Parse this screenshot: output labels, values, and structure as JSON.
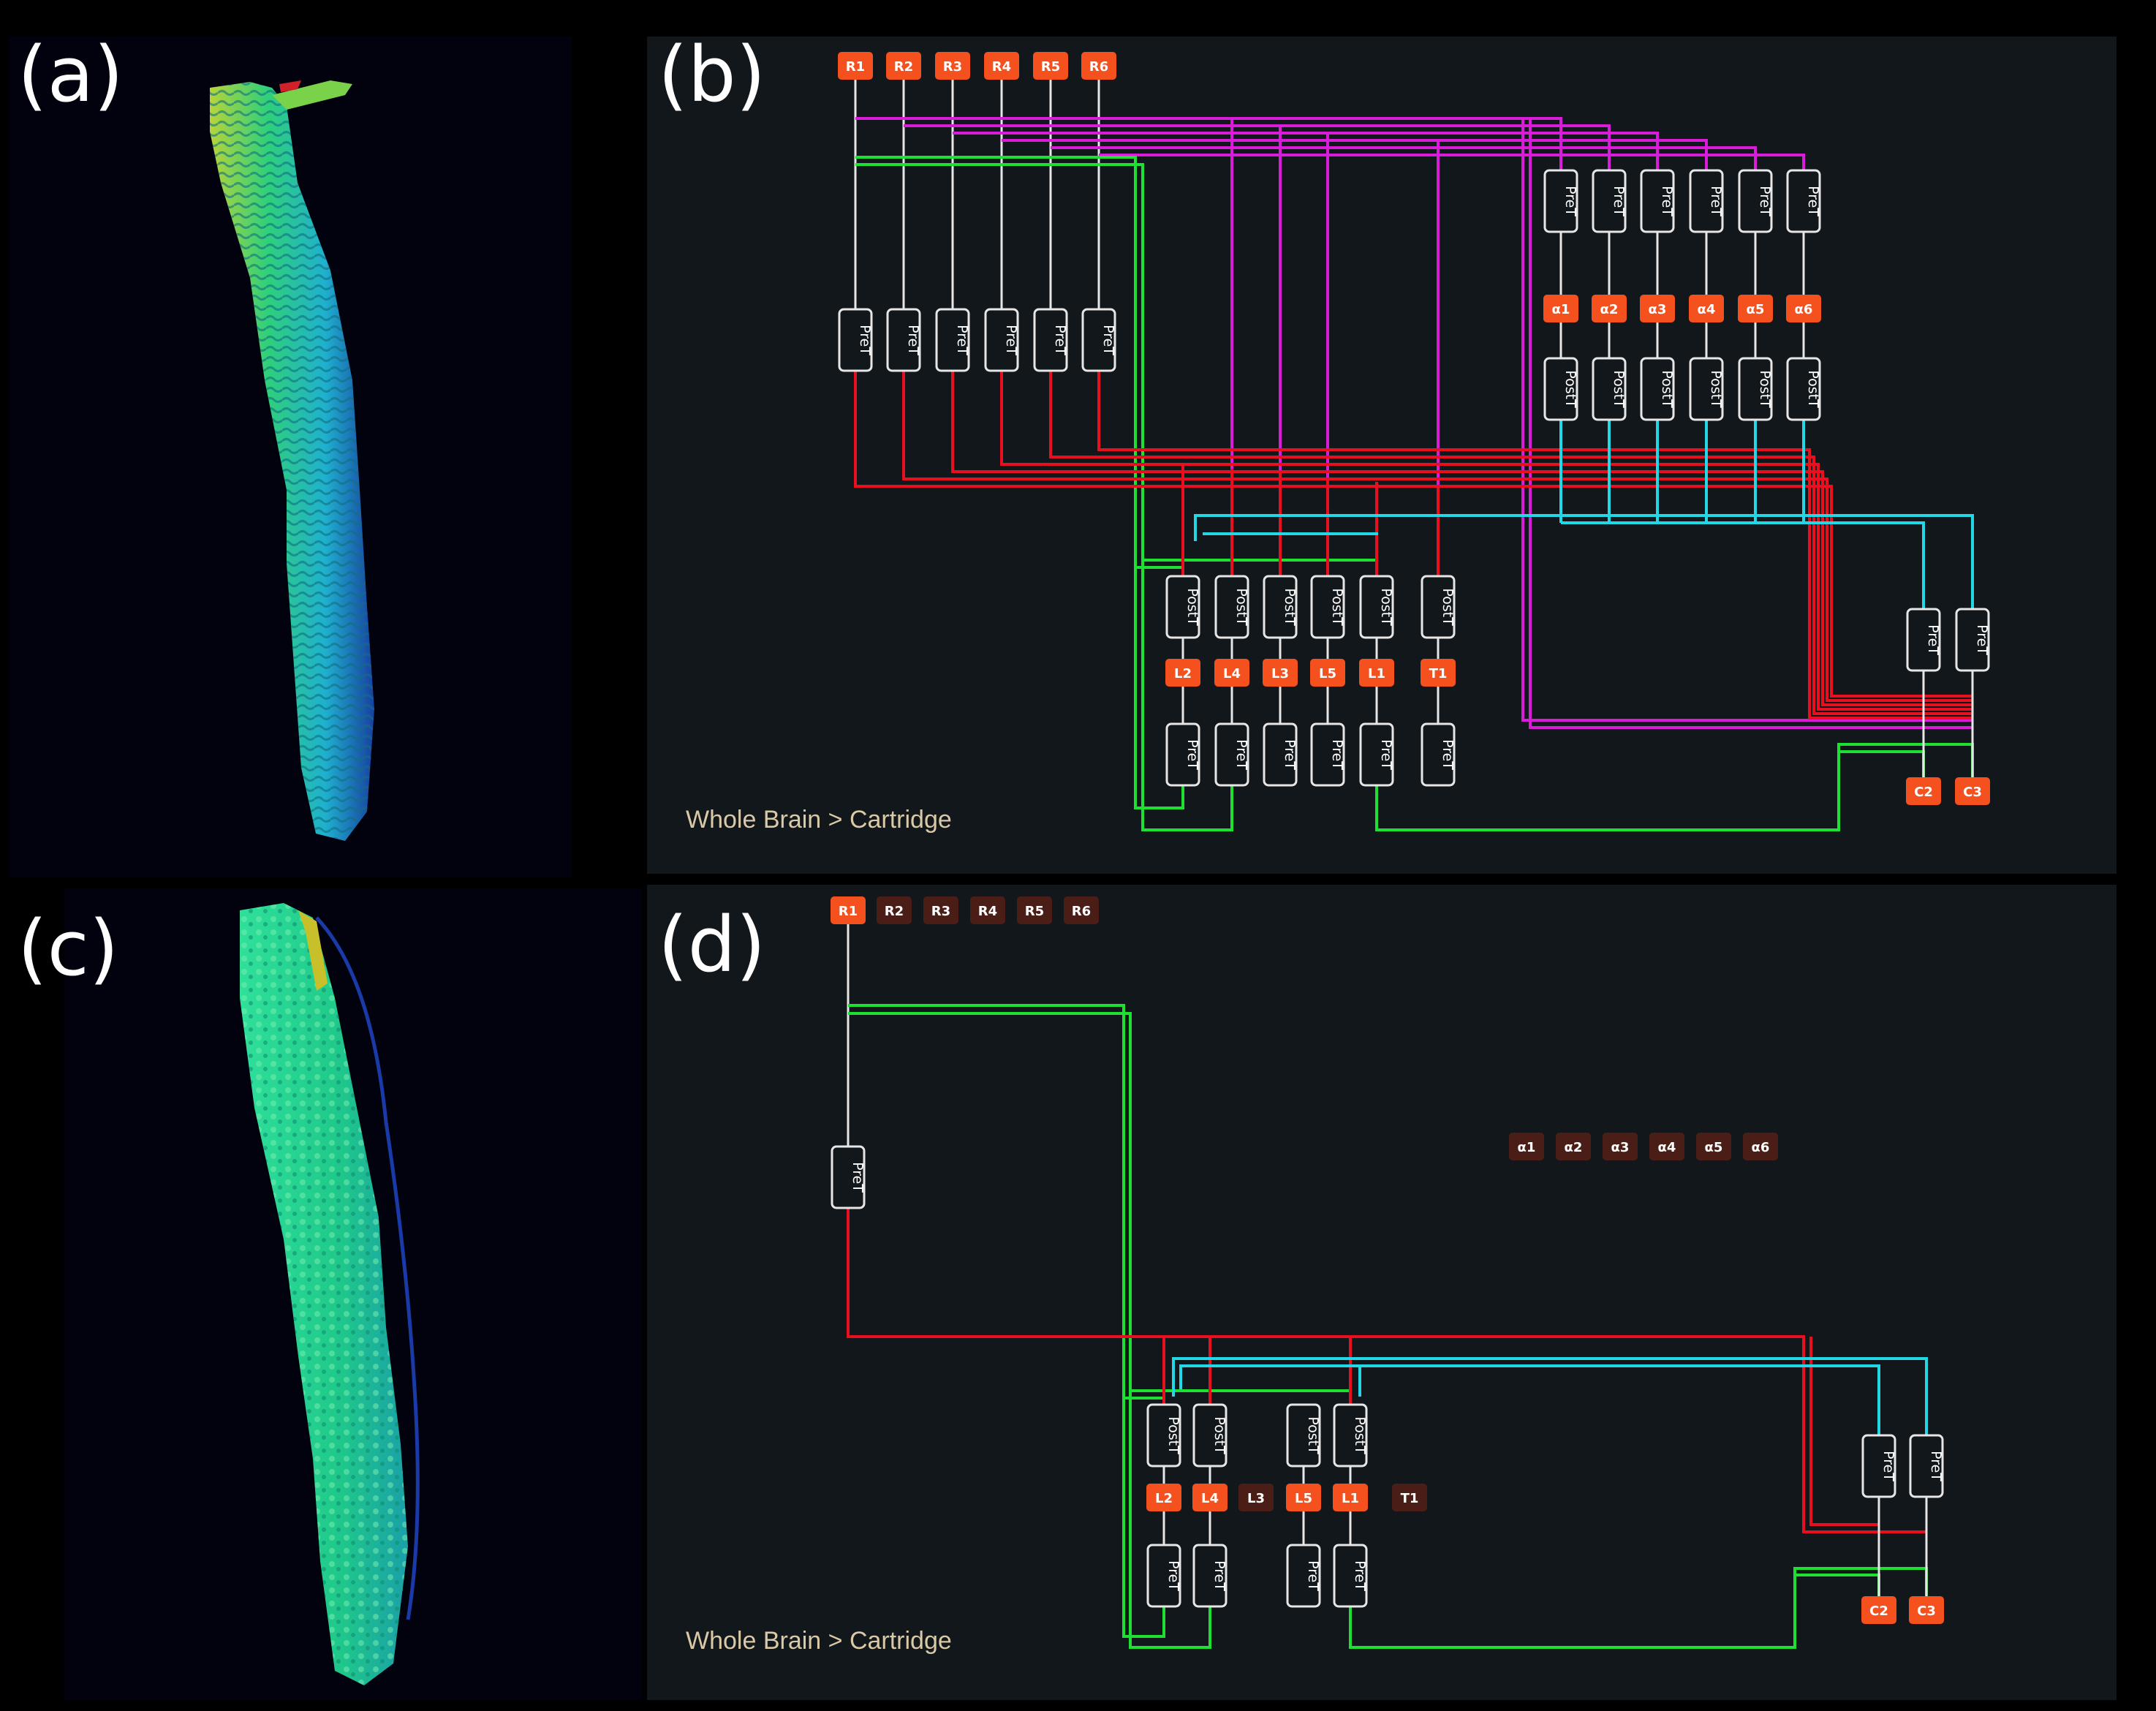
{
  "panels": {
    "a": {
      "label": "(a)"
    },
    "b": {
      "label": "(b)",
      "breadcrumb": "Whole Brain > Cartridge"
    },
    "c": {
      "label": "(c)"
    },
    "d": {
      "label": "(d)",
      "breadcrumb": "Whole Brain > Cartridge"
    }
  },
  "neurons": {
    "receptors": [
      "R1",
      "R2",
      "R3",
      "R4",
      "R5",
      "R6"
    ],
    "amacrines": [
      "α1",
      "α2",
      "α3",
      "α4",
      "α5",
      "α6"
    ],
    "lamina": [
      "L2",
      "L4",
      "L3",
      "L5",
      "L1",
      "T1"
    ],
    "outputs": [
      "C2",
      "C3"
    ],
    "pre_terminal": "PreT",
    "post_terminal": "PostT"
  },
  "panel_d_active": {
    "receptors": [
      true,
      false,
      false,
      false,
      false,
      false
    ],
    "amacrines": [
      false,
      false,
      false,
      false,
      false,
      false
    ],
    "lamina": [
      true,
      true,
      false,
      true,
      true,
      false
    ],
    "outputs": [
      true,
      true
    ]
  },
  "colors": {
    "node": "#f4511e",
    "node_inactive": "#4a1e16",
    "node_inactive_text": "#7a3a2c",
    "white_wire": "#e6e6e6",
    "red_wire": "#e8101e",
    "magenta_wire": "#d81cd8",
    "green_wire": "#1de032",
    "cyan_wire": "#22d8e6",
    "render_green": "#3ddc7a",
    "render_cyan": "#20b8d0",
    "render_yellow": "#c8d23a"
  }
}
